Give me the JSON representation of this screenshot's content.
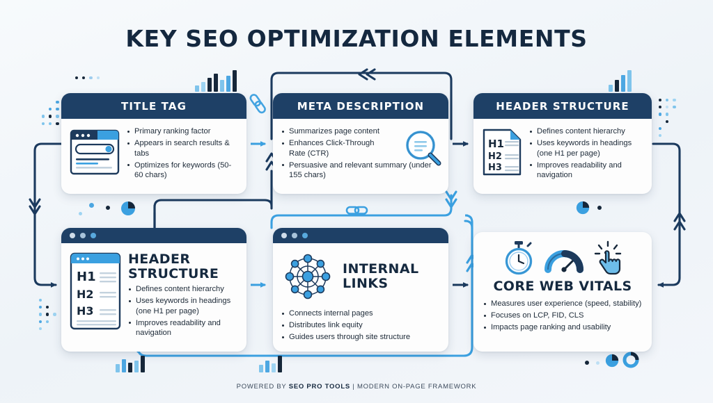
{
  "meta": {
    "title": "KEY SEO OPTIMIZATION ELEMENTS",
    "footer_prefix": "POWERED BY ",
    "footer_brand": "SEO PRO TOOLS",
    "footer_suffix": " | MODERN ON-PAGE FRAMEWORK"
  },
  "colors": {
    "navy": "#1e4066",
    "navy_dark": "#15293f",
    "accent_blue": "#3ba0e0",
    "light_blue": "#7fc4ec",
    "background": "#f4f7fa",
    "card": "#fdfdfd",
    "text": "#1d2a38"
  },
  "cards": [
    {
      "id": "title-tag",
      "title": "TITLE TAG",
      "icon": "browser-window-icon",
      "style": "banner",
      "bullets": [
        "Primary ranking factor",
        "Appears in search results & tabs",
        "Optimizes for keywords (50-60 chars)"
      ]
    },
    {
      "id": "meta-description",
      "title": "META DESCRIPTION",
      "icon": "magnifying-glass-icon",
      "style": "banner",
      "bullets": [
        "Summarizes page content",
        "Enhances Click-Through Rate (CTR)",
        "Persuasive and relevant summary (under 155 chars)"
      ]
    },
    {
      "id": "header-structure",
      "title": "HEADER STRUCTURE",
      "icon": "document-headings-icon",
      "style": "banner",
      "bullets": [
        "Defines content hierarchy",
        "Uses keywords in headings (one H1 per page)",
        "Improves readability and navigation"
      ]
    },
    {
      "id": "header-structure-2",
      "title": "HEADER STRUCTURE",
      "icon": "document-headings-icon",
      "style": "window",
      "bullets": [
        "Defines content hierarchy",
        "Uses keywords in headings (one H1 per page)",
        "Improves readability and navigation"
      ]
    },
    {
      "id": "internal-links",
      "title": "INTERNAL LINKS",
      "icon": "network-nodes-icon",
      "style": "window",
      "bullets": [
        "Connects internal pages",
        "Distributes link equity",
        "Guides users through site structure"
      ]
    },
    {
      "id": "core-web-vitals",
      "title": "CORE WEB VITALS",
      "icon": "stopwatch-gauge-click-icon",
      "style": "plain",
      "bullets": [
        "Measures user experience (speed, stability)",
        "Focuses on LCP, FID, CLS",
        "Impacts page ranking and usability"
      ]
    }
  ],
  "headings_icon_labels": [
    "H1",
    "H2",
    "H3"
  ]
}
